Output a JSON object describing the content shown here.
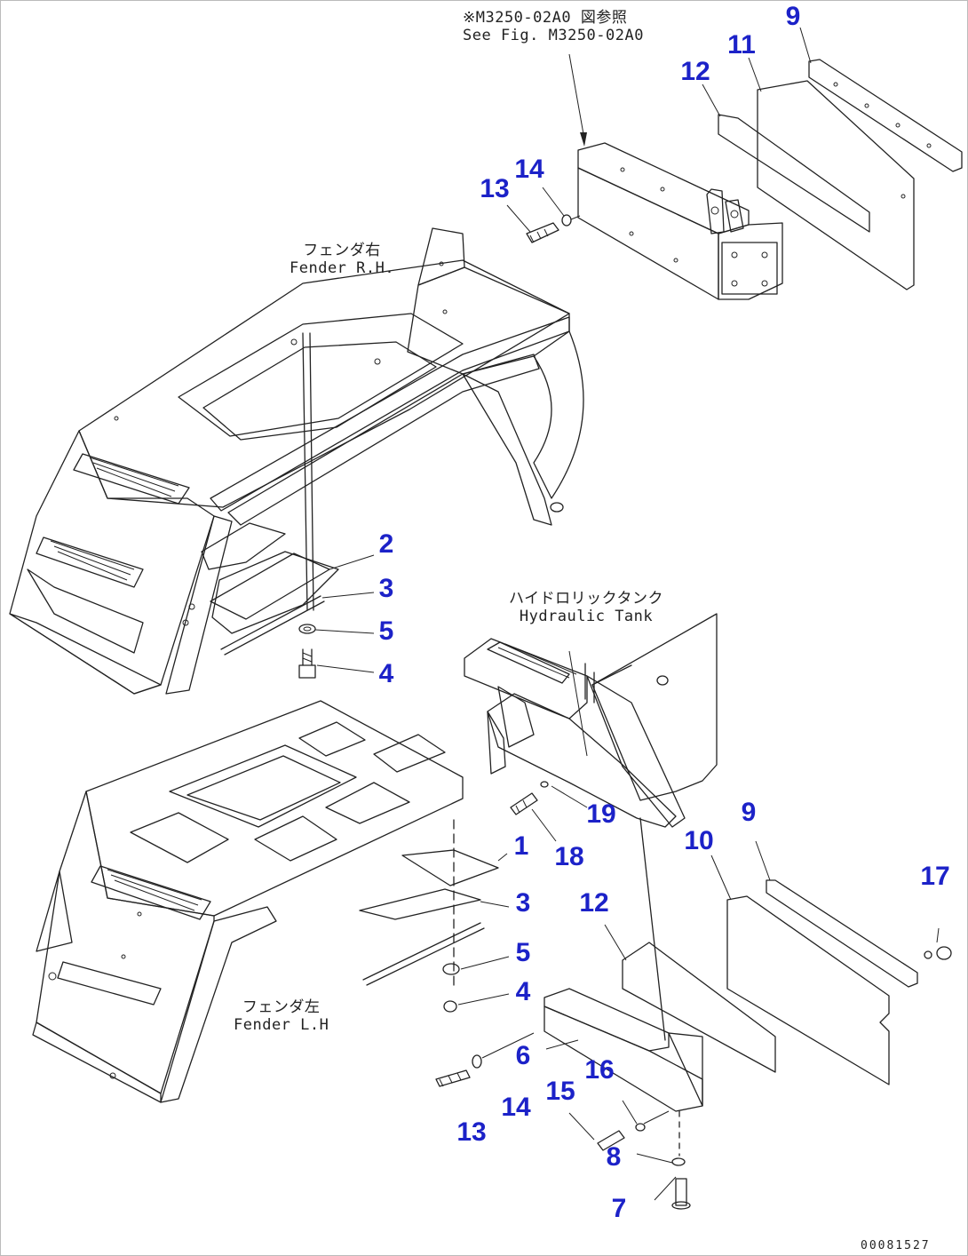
{
  "notes": {
    "see_fig_jp": "※M3250-02A0 図参照",
    "see_fig_en": "See Fig. M3250-02A0",
    "fender_rh_jp": "フェンダ右",
    "fender_rh_en": "Fender R.H.",
    "fender_lh_jp": "フェンダ左",
    "fender_lh_en": "Fender L.H",
    "hyd_tank_jp": "ハイドロリックタンク",
    "hyd_tank_en": "Hydraulic Tank"
  },
  "callouts": [
    {
      "id": "c9a",
      "label": "9"
    },
    {
      "id": "c11",
      "label": "11"
    },
    {
      "id": "c12a",
      "label": "12"
    },
    {
      "id": "c14a",
      "label": "14"
    },
    {
      "id": "c13a",
      "label": "13"
    },
    {
      "id": "c2",
      "label": "2"
    },
    {
      "id": "c3a",
      "label": "3"
    },
    {
      "id": "c5a",
      "label": "5"
    },
    {
      "id": "c4a",
      "label": "4"
    },
    {
      "id": "c19",
      "label": "19"
    },
    {
      "id": "c10",
      "label": "10"
    },
    {
      "id": "c9b",
      "label": "9"
    },
    {
      "id": "c1",
      "label": "1"
    },
    {
      "id": "c18",
      "label": "18"
    },
    {
      "id": "c17",
      "label": "17"
    },
    {
      "id": "c3b",
      "label": "3"
    },
    {
      "id": "c12b",
      "label": "12"
    },
    {
      "id": "c5b",
      "label": "5"
    },
    {
      "id": "c4b",
      "label": "4"
    },
    {
      "id": "c6",
      "label": "6"
    },
    {
      "id": "c16",
      "label": "16"
    },
    {
      "id": "c15",
      "label": "15"
    },
    {
      "id": "c14b",
      "label": "14"
    },
    {
      "id": "c13b",
      "label": "13"
    },
    {
      "id": "c8",
      "label": "8"
    },
    {
      "id": "c7",
      "label": "7"
    }
  ],
  "drawing_code": "00081527",
  "colors": {
    "callout": "#1c22c8",
    "line": "#222222"
  }
}
